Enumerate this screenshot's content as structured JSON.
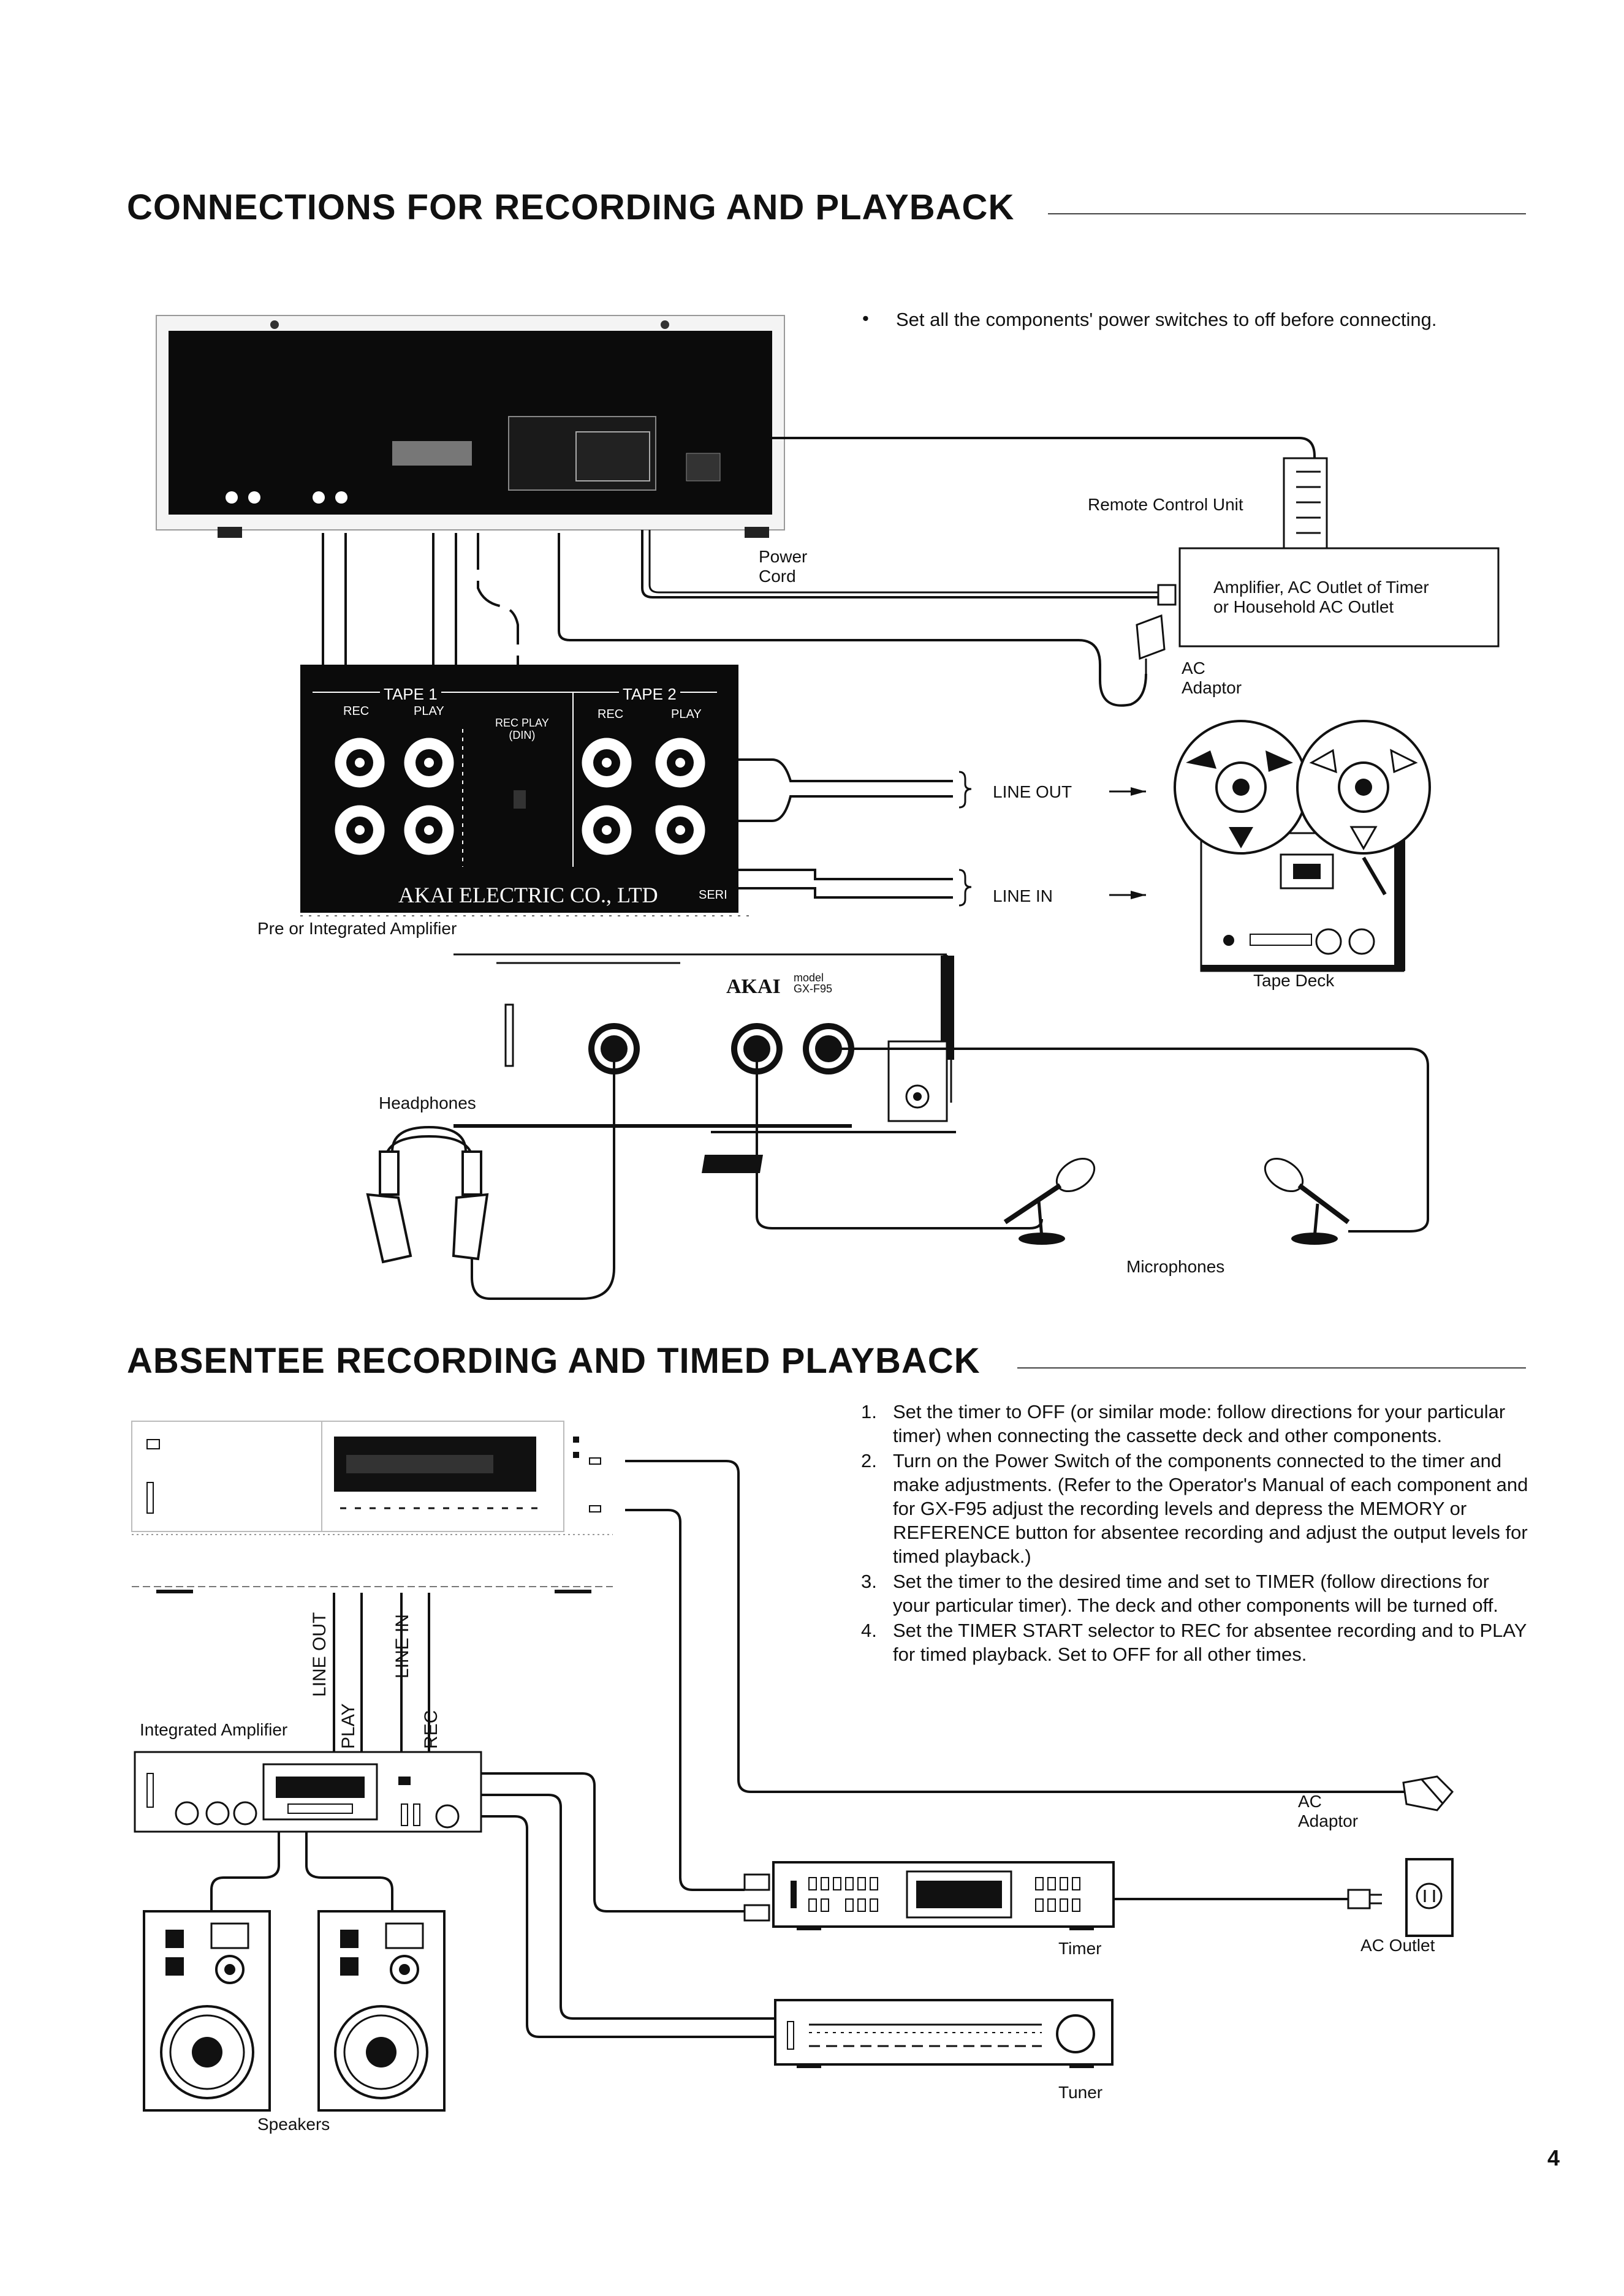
{
  "section1": {
    "title": "CONNECTIONS FOR RECORDING AND PLAYBACK",
    "note": "Set all the components' power switches to off before connecting.",
    "labels": {
      "remote_control_unit": "Remote Control Unit",
      "power_cord": "Power\nCord",
      "amplifier_ac_outlet": "Amplifier, AC Outlet of Timer\nor Household AC Outlet",
      "ac_adaptor": "AC\nAdaptor",
      "line_out": "LINE OUT",
      "line_in": "LINE IN",
      "pre_integrated_amplifier": "Pre or Integrated Amplifier",
      "tape_deck": "Tape Deck",
      "headphones": "Headphones",
      "microphones": "Microphones"
    },
    "amp_panel": {
      "tape1": "TAPE 1",
      "tape2": "TAPE 2",
      "rec": "REC",
      "play": "PLAY",
      "rec_play": "REC PLAY\n(DIN)",
      "maker": "AKAI ELECTRIC CO., LTD",
      "seri": "SERI"
    },
    "deck_front": {
      "brand": "AKAI",
      "model": "model\nGX-F95"
    }
  },
  "section2": {
    "title": "ABSENTEE RECORDING AND TIMED PLAYBACK",
    "steps": [
      {
        "num": "1.",
        "text": "Set the timer to OFF (or similar mode: follow directions for your particular timer) when connecting the cassette deck and other components."
      },
      {
        "num": "2.",
        "text": "Turn on the Power Switch of the components connected to the timer and make adjustments. (Refer to the Operator's Manual of each component and for GX-F95 adjust the recording levels and depress the MEMORY or REFERENCE button for absentee recording and adjust the output levels for timed playback.)"
      },
      {
        "num": "3.",
        "text": "Set the timer to the desired time and set to TIMER (follow directions for your particular timer). The deck and other components will be turned off."
      },
      {
        "num": "4.",
        "text": "Set the TIMER START selector to REC for absentee recording and to PLAY for timed playback. Set to OFF for all other times."
      }
    ],
    "labels": {
      "integrated_amplifier": "Integrated Amplifier",
      "line_out": "LINE OUT",
      "line_in": "LINE IN",
      "play": "PLAY",
      "rec": "REC",
      "ac_adaptor": "AC\nAdaptor",
      "ac_outlet": "AC Outlet",
      "timer": "Timer",
      "tuner": "Tuner",
      "speakers": "Speakers"
    }
  },
  "page_number": "4"
}
